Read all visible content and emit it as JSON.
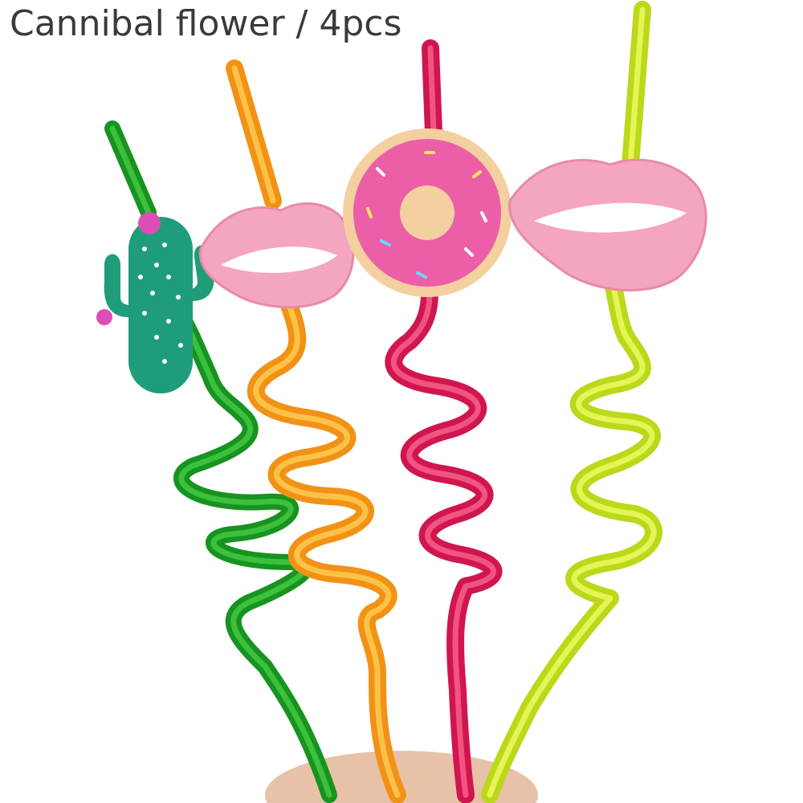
{
  "caption": "Cannibal flower / 4pcs",
  "product": {
    "straws": [
      {
        "topper": "cactus",
        "color": "#1fae2c"
      },
      {
        "topper": "lips",
        "color": "#f5a21a"
      },
      {
        "topper": "donut",
        "color": "#d81f58"
      },
      {
        "topper": "lips",
        "color": "#c9e81a"
      }
    ]
  },
  "colors": {
    "background": "#ffffff",
    "lips": "#f4a5bf",
    "teeth": "#ffffff",
    "donut_dough": "#f4cfa0",
    "donut_icing": "#ec5ea7",
    "cactus": "#1f9d7a",
    "cactus_flower": "#d94fb5"
  }
}
